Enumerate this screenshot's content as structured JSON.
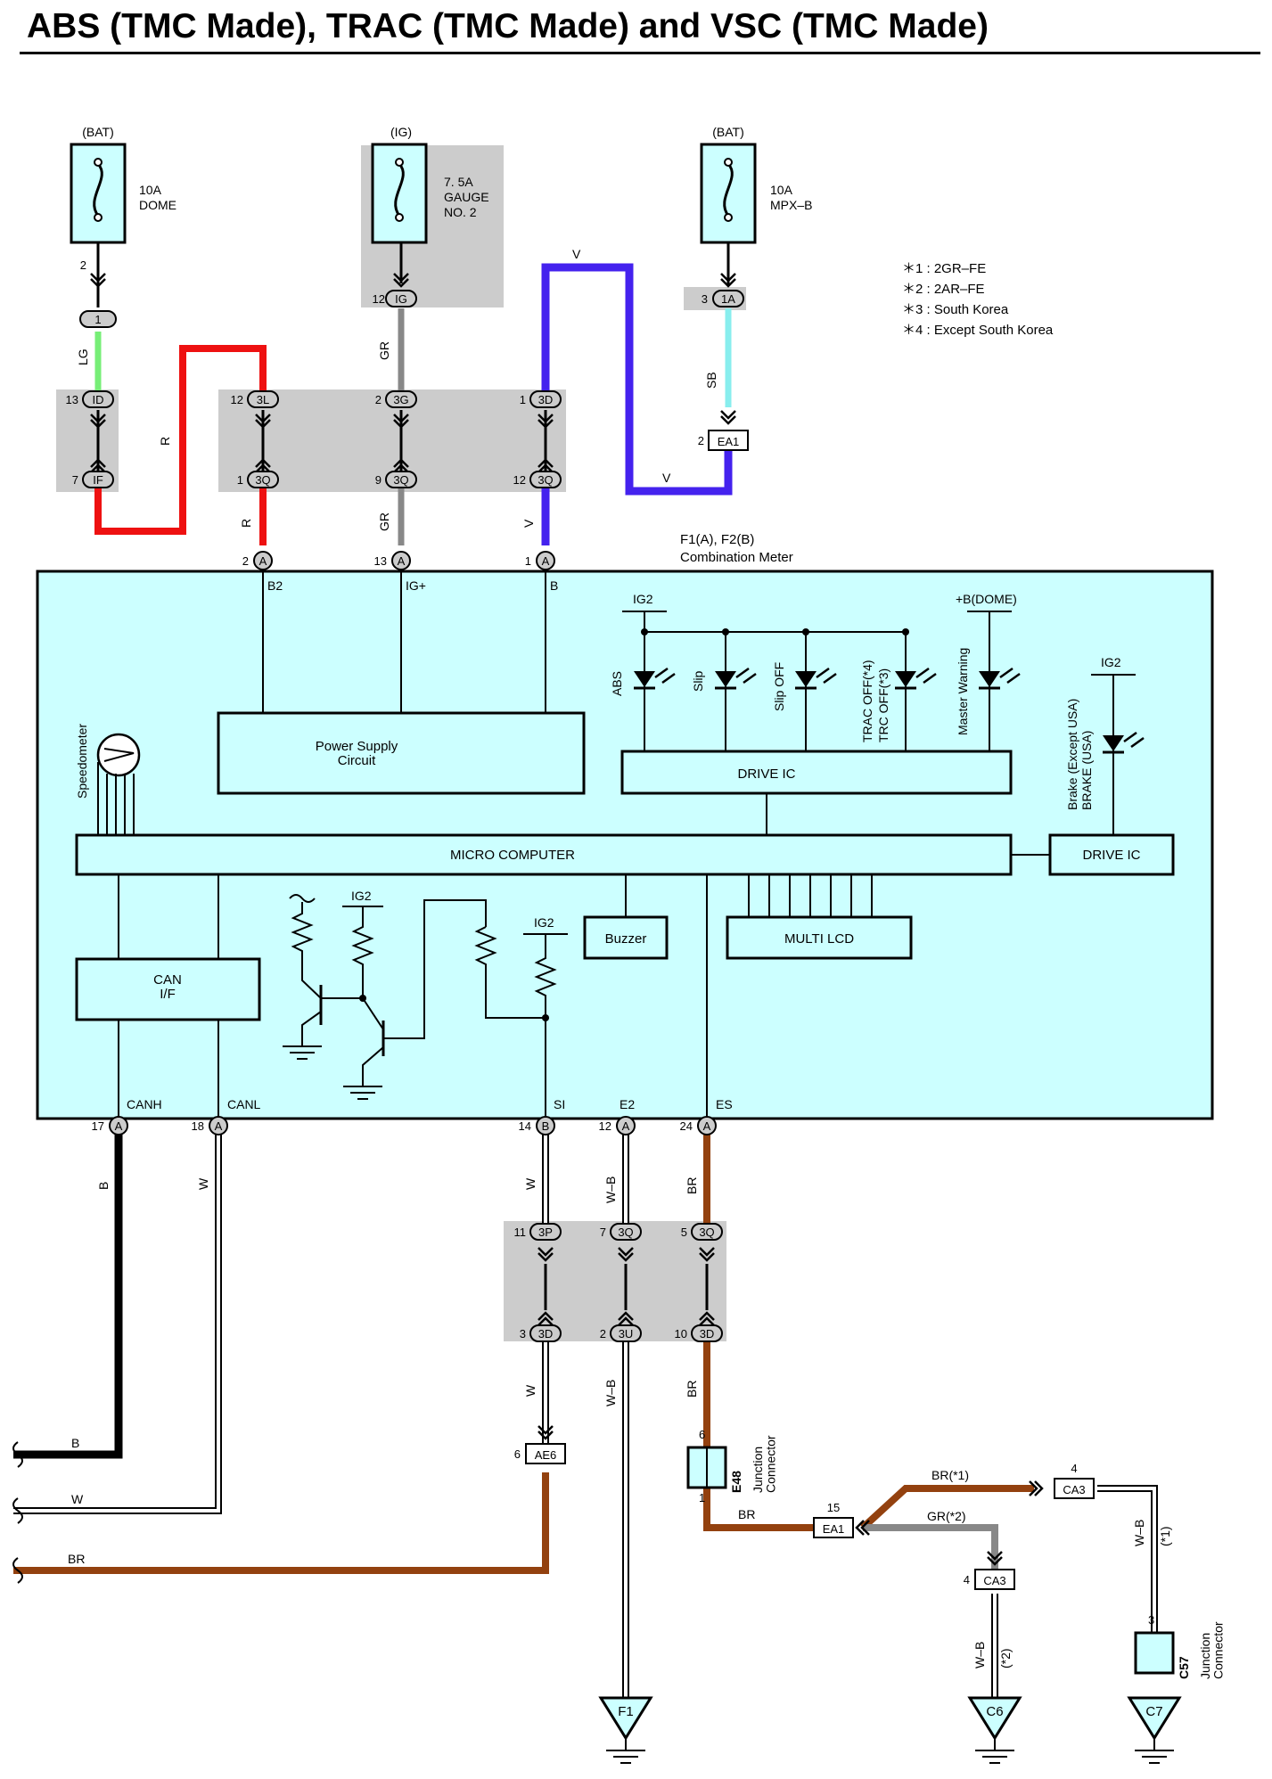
{
  "title": "ABS (TMC Made), TRAC (TMC Made) and VSC (TMC Made)",
  "notes": [
    "＊1 : 2GR–FE",
    "＊2 : 2AR–FE",
    "＊3 : South Korea",
    "＊4 : Except South Korea"
  ],
  "fuses": {
    "dome": {
      "source": "(BAT)",
      "rating": "10A",
      "name": "DOME"
    },
    "gauge": {
      "source": "(IG)",
      "rating": "7. 5A",
      "name1": "GAUGE",
      "name2": "NO. 2"
    },
    "mpx": {
      "source": "(BAT)",
      "rating": "10A",
      "name": "MPX–B"
    }
  },
  "meter": {
    "id": "F1(A), F2(B)",
    "name": "Combination Meter",
    "power_supply": "Power Supply\nCircuit",
    "drive_ic": "DRIVE IC",
    "micro": "MICRO COMPUTER",
    "can": "CAN\nI/F",
    "buzzer": "Buzzer",
    "lcd": "MULTI LCD",
    "speedometer": "Speedometer",
    "ig2": "IG2",
    "bdome": "+B(DOME)",
    "indicators": [
      "ABS",
      "Slip",
      "Slip OFF",
      "TRAC OFF(*4)",
      "TRC OFF(*3)",
      "Master Warning"
    ],
    "brake": [
      "Brake (Except USA)",
      "BRAKE (USA)"
    ],
    "terminals": [
      "B2",
      "IG+",
      "B",
      "CANH",
      "CANL",
      "SI",
      "E2",
      "ES"
    ]
  },
  "wires": {
    "LG": "LG",
    "R": "R",
    "GR": "GR",
    "V": "V",
    "SB": "SB",
    "B": "B",
    "W": "W",
    "WB": "W–B",
    "BR": "BR",
    "BR1": "BR(*1)",
    "GR2": "GR(*2)",
    "S1": "(*1)",
    "S2": "(*2)"
  },
  "connectors": {
    "c1": "1",
    "ID": "ID",
    "IF": "IF",
    "IG": "IG",
    "1A": "1A",
    "3L": "3L",
    "3G": "3G",
    "3D": "3D",
    "3Q": "3Q",
    "3P": "3P",
    "3U": "3U",
    "A": "A",
    "Bt": "B",
    "EA1": "EA1",
    "AE6": "AE6",
    "CA3": "CA3",
    "E48": "E48",
    "C57": "C57",
    "JC": "Junction\nConnector",
    "F1": "F1",
    "C6": "C6",
    "C7": "C7"
  },
  "pins": {
    "p2": "2",
    "p12": "12",
    "p3": "3",
    "p13": "13",
    "p7": "7",
    "p1": "1",
    "p9": "9",
    "p17": "17",
    "p18": "18",
    "p14": "14",
    "p24": "24",
    "p11": "11",
    "p5": "5",
    "p10": "10",
    "p6": "6",
    "p15": "15",
    "p4": "4"
  }
}
